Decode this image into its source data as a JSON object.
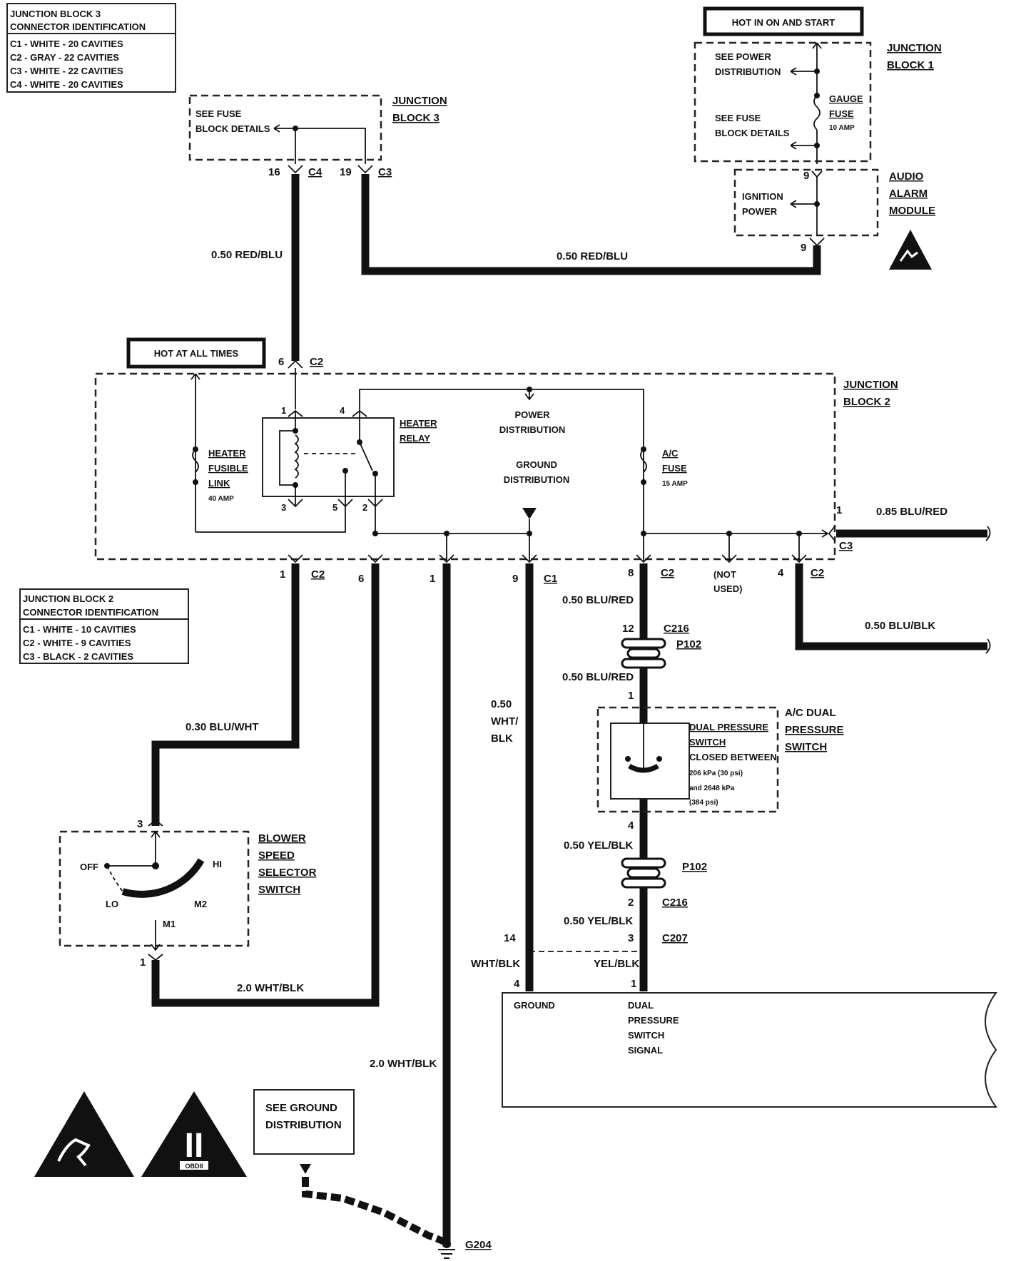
{
  "jb3_id": {
    "title1": "JUNCTION BLOCK 3",
    "title2": "CONNECTOR IDENTIFICATION",
    "rows": [
      "C1 - WHITE - 20 CAVITIES",
      "C2 - GRAY - 22 CAVITIES",
      "C3 - WHITE - 22 CAVITIES",
      "C4 - WHITE - 20 CAVITIES"
    ]
  },
  "jb2_id": {
    "title1": "JUNCTION BLOCK 2",
    "title2": "CONNECTOR IDENTIFICATION",
    "rows": [
      "C1 - WHITE - 10 CAVITIES",
      "C2 - WHITE - 9 CAVITIES",
      "C3 - BLACK - 2 CAVITIES"
    ]
  },
  "jb3": {
    "name1": "JUNCTION",
    "name2": "BLOCK 3",
    "see1": "SEE FUSE",
    "see2": "BLOCK DETAILS",
    "pin_a": "16",
    "conn_a": "C4",
    "pin_b": "19",
    "conn_b": "C3"
  },
  "jb1": {
    "hot": "HOT IN ON AND START",
    "name1": "JUNCTION",
    "name2": "BLOCK 1",
    "power1": "SEE POWER",
    "power2": "DISTRIBUTION",
    "fuse1": "SEE FUSE",
    "fuse2": "BLOCK DETAILS",
    "gauge1": "GAUGE",
    "gauge2": "FUSE",
    "gauge3": "10 AMP"
  },
  "audio": {
    "name1": "AUDIO",
    "name2": "ALARM",
    "name3": "MODULE",
    "ign1": "IGNITION",
    "ign2": "POWER",
    "pin_top": "9",
    "pin_bottom": "9"
  },
  "wires": {
    "w1": "0.50 RED/BLU",
    "w2": "0.50 RED/BLU",
    "w3": "0.85 BLU/RED",
    "w4": "0.50 BLU/RED",
    "w5": "0.50 BLU/BLK",
    "w6": "0.50 BLU/RED",
    "w7": "0.50 YEL/BLK",
    "w8": "0.50 YEL/BLK",
    "w9": "0.30 BLU/WHT",
    "w10": "2.0 WHT/BLK",
    "w11": "2.0 WHT/BLK",
    "w12a": "0.50",
    "w12b": "WHT/",
    "w12c": "BLK",
    "w13": "WHT/BLK",
    "w14": "YEL/BLK"
  },
  "jb2": {
    "hot": "HOT AT ALL TIMES",
    "name1": "JUNCTION",
    "name2": "BLOCK 2",
    "pin_top": "6",
    "conn_top": "C2",
    "relay1": "HEATER",
    "relay2": "RELAY",
    "link1": "HEATER",
    "link2": "FUSIBLE",
    "link3": "LINK",
    "link4": "40 AMP",
    "pd1": "POWER",
    "pd2": "DISTRIBUTION",
    "gd1": "GROUND",
    "gd2": "DISTRIBUTION",
    "ac1": "A/C",
    "ac2": "FUSE",
    "ac3": "15 AMP",
    "r1": "1",
    "r4": "4",
    "r3": "3",
    "r5": "5",
    "r2": "2",
    "c3pin": "1",
    "c3": "C3",
    "b1": "1",
    "b1c": "C2",
    "b6": "6",
    "b1b": "1",
    "b9": "9",
    "b9c": "C1",
    "b8": "8",
    "b8c": "C2",
    "notused1": "(NOT",
    "notused2": "USED)",
    "b4": "4",
    "b4c": "C2"
  },
  "ac": {
    "p12": "12",
    "c216": "C216",
    "p102": "P102",
    "pin1": "1",
    "pin4": "4",
    "sw1": "A/C DUAL",
    "sw2": "PRESSURE",
    "sw3": "SWITCH",
    "d1": "DUAL PRESSURE",
    "d2": "SWITCH",
    "d3": "CLOSED BETWEEN",
    "d4": "206 kPa (30 psi)",
    "d5": "and 2648 kPa",
    "d6": "(384 psi)",
    "p102b": "P102",
    "p2": "2",
    "c216b": "C216",
    "p3": "3",
    "c207": "C207",
    "p14": "14",
    "p4": "4",
    "p1": "1"
  },
  "blower": {
    "name1": "BLOWER",
    "name2": "SPEED",
    "name3": "SELECTOR",
    "name4": "SWITCH",
    "off": "OFF",
    "hi": "HI",
    "lo": "LO",
    "m1": "M1",
    "m2": "M2",
    "pin3": "3",
    "pin1": "1"
  },
  "ecm": {
    "ground": "GROUND",
    "sig1": "DUAL",
    "sig2": "PRESSURE",
    "sig3": "SWITCH",
    "sig4": "SIGNAL"
  },
  "ground": {
    "see1": "SEE GROUND",
    "see2": "DISTRIBUTION",
    "g204": "G204",
    "obd1": "II",
    "obd2": "OBDII"
  }
}
